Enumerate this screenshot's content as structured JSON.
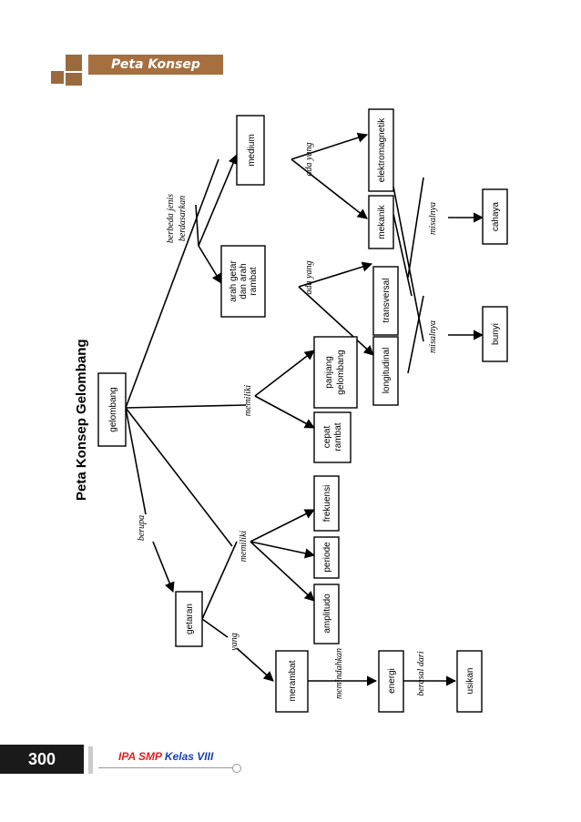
{
  "header": {
    "title": "Peta Konsep"
  },
  "diagram": {
    "title": "Peta Konsep Gelombang",
    "nodes": {
      "gelombang": "gelombang",
      "medium": "medium",
      "arah": [
        "arah getar",
        "dan arah",
        "rambat"
      ],
      "elektromagnetik": "elektromagnetik",
      "mekanik": "mekanik",
      "transversal": "transversal",
      "longitudinal": "longitudinal",
      "cahaya": "cahaya",
      "bunyi": "bunyi",
      "panjang": [
        "panjang",
        "gelombang"
      ],
      "cepat": [
        "cepat",
        "rambat"
      ],
      "frekuensi": "frekuensi",
      "periode": "periode",
      "amplitudo": "amplitudo",
      "getaran": "getaran",
      "merambat": "merambat",
      "energi": "energi",
      "usikan": "usikan"
    },
    "labels": {
      "berbeda": [
        "berbeda jenis",
        "berdasarkan"
      ],
      "ada_yang_1": "ada yang",
      "ada_yang_2": "ada yang",
      "misalnya_1": "misalnya",
      "misalnya_2": "misalnya",
      "memiliki_1": "memiliki",
      "memiliki_2": "memiliki",
      "berupa": "berupa",
      "yang": "yang",
      "memindahkan": "memindahkan",
      "berasal_dari": "berasal dari"
    }
  },
  "footer": {
    "page_number": "300",
    "ipa": "IPA",
    "smp": "SMP",
    "kelas": "Kelas VIII"
  }
}
